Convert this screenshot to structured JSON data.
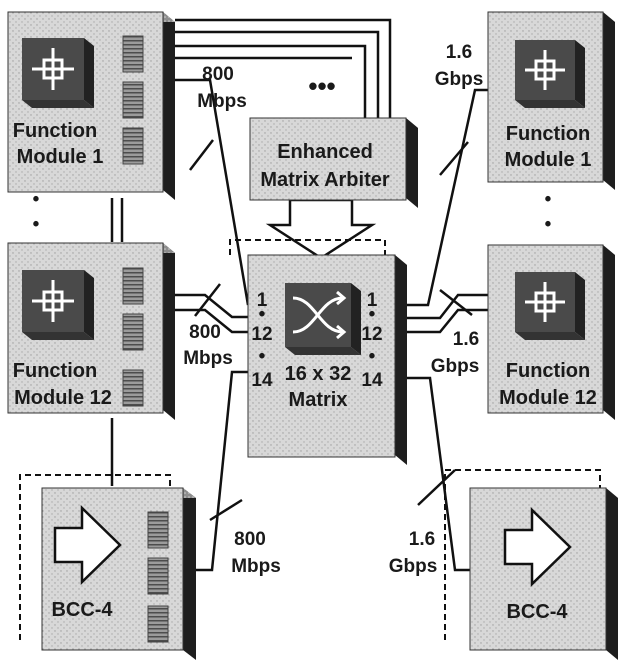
{
  "function_module_label_line1": "Function",
  "function_module_1_label_line2": "Module 1",
  "function_module_12_label_line2": "Module 12",
  "bcc_label": "BCC-4",
  "arbiter_label_line1": "Enhanced",
  "arbiter_label_line2": "Matrix Arbiter",
  "matrix_label_line1": "16 x 32",
  "matrix_label_line2": "Matrix",
  "ellipsis": "•••",
  "vertical_ellipsis_top": "•",
  "vertical_ellipsis_bottom": "•",
  "speed_800_line1": "800",
  "speed_800_line2": "Mbps",
  "speed_16_line1": "1.6",
  "speed_16_line2": "Gbps",
  "port_labels": {
    "one": "1",
    "twelve": "12",
    "fourteen": "14",
    "dots": "•"
  },
  "colors": {
    "box_front": "#d6d6d6",
    "box_side": "#1e1e1e",
    "box_top": "#9a9a9a",
    "icon_dark": "#505050",
    "line": "#111111"
  }
}
